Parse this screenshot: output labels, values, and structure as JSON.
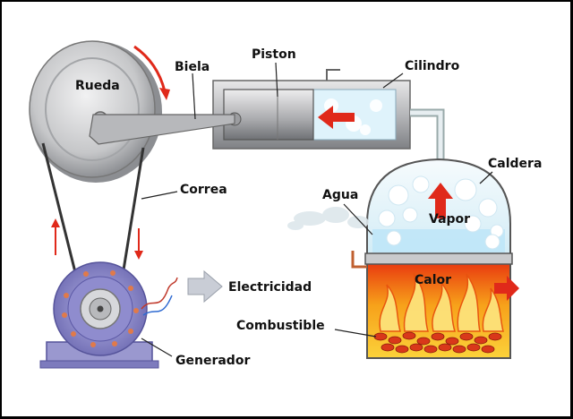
{
  "labels": {
    "rueda": "Rueda",
    "biela": "Biela",
    "piston": "Piston",
    "cilindro": "Cilindro",
    "caldera": "Caldera",
    "agua": "Agua",
    "vapor": "Vapor",
    "correa": "Correa",
    "calor": "Calor",
    "electricidad": "Electricidad",
    "combustible": "Combustible",
    "generador": "Generador"
  },
  "colors": {
    "metal": "#c9cacc",
    "metal_dark": "#8d8f93",
    "generator": "#8a88c8",
    "arrow": "#e0291a",
    "fire": "#f6a51a",
    "fire_hot": "#e23311",
    "glass": "#dff3fb"
  }
}
